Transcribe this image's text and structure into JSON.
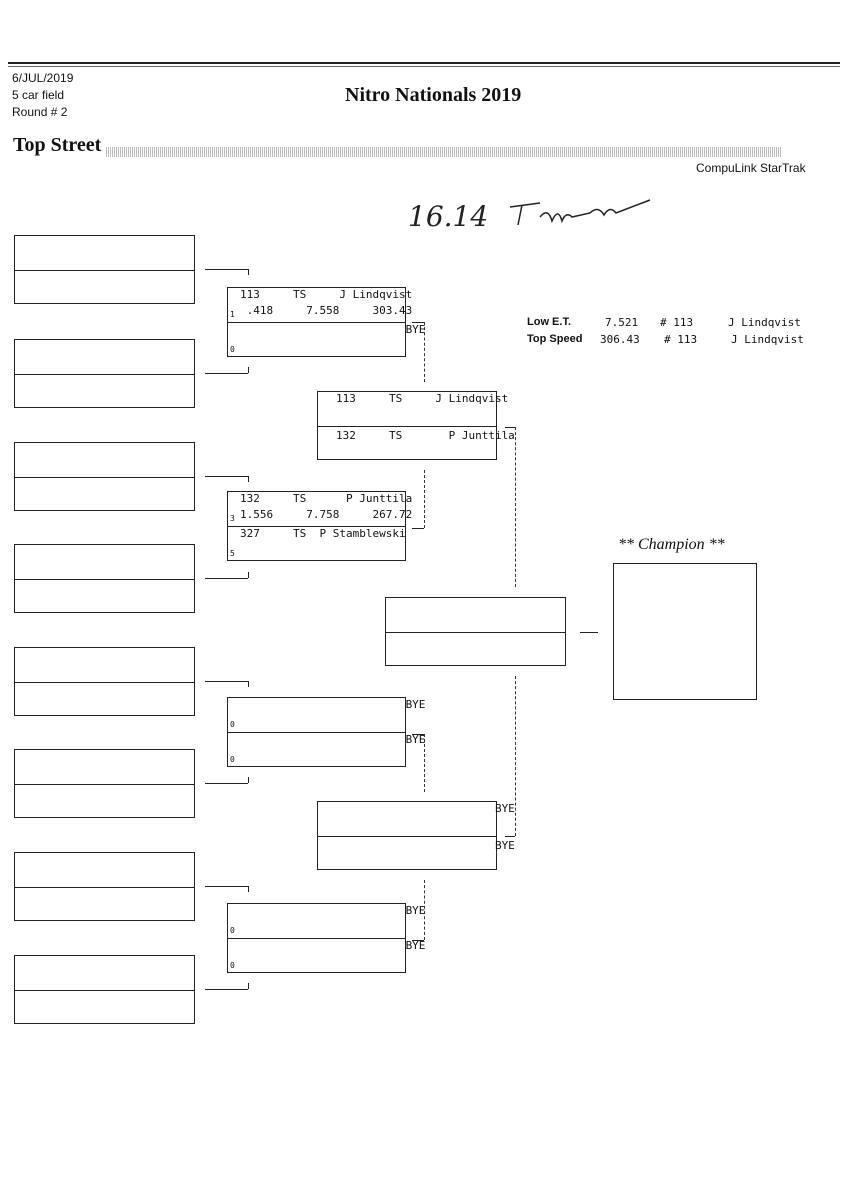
{
  "header": {
    "date": "6/JUL/2019",
    "field": "5 car field",
    "round": "Round # 2",
    "title": "Nitro Nationals 2019",
    "class_name": "Top Street",
    "software": "CompuLink StarTrak"
  },
  "handwritten_note": "16.14",
  "records": {
    "low_et": {
      "label": "Low  E.T.",
      "value": "7.521",
      "car": "# 113",
      "driver": "J Lindqvist"
    },
    "top_speed": {
      "label": "Top Speed",
      "value": "306.43",
      "car": "# 113",
      "driver": "J Lindqvist"
    }
  },
  "round2": [
    {
      "top": {
        "line1": "113     TS     J Lindqvist",
        "line2": " .418     7.558     303.43",
        "seed": "1"
      },
      "bottom": {
        "line1": "                         BYE",
        "line2": "",
        "seed": "0"
      }
    },
    {
      "top": {
        "line1": "132     TS      P Junttila",
        "line2": "1.556     7.758     267.72",
        "seed": "3"
      },
      "bottom": {
        "line1": "327     TS  P Stamblewski",
        "line2": "",
        "seed": "5"
      }
    },
    {
      "top": {
        "line1": "                         BYE",
        "line2": "",
        "seed": "0"
      },
      "bottom": {
        "line1": "                         BYE",
        "line2": "",
        "seed": "0"
      }
    },
    {
      "top": {
        "line1": "                         BYE",
        "line2": "",
        "seed": "0"
      },
      "bottom": {
        "line1": "                         BYE",
        "line2": "",
        "seed": "0"
      }
    }
  ],
  "round3": [
    {
      "top": "113     TS     J Lindqvist",
      "bottom": "132     TS       P Junttila"
    },
    {
      "top": "                        BYE",
      "bottom": "                        BYE"
    }
  ],
  "champion_label": "** Champion **"
}
